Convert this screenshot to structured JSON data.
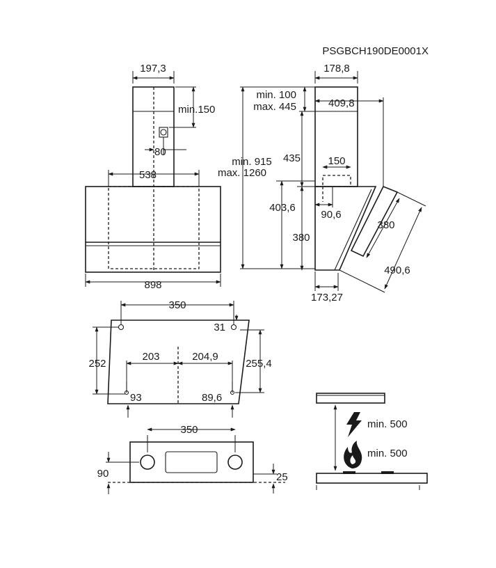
{
  "model_code": "PSGBCH190DE0001X",
  "front_view": {
    "chimney_width": "197,3",
    "min_top": "min.150",
    "socket_offset": "80",
    "opening_width": "538",
    "total_width": "898"
  },
  "side_view": {
    "chimney_depth": "178,8",
    "top_gap_min": "min. 100",
    "top_gap_max": "max. 445",
    "depth_total": "409,8",
    "height_min": "min. 915",
    "height_max": "max. 1260",
    "chimney_height": "435",
    "vent_width": "150",
    "canopy_height_left": "403,6",
    "vent_offset": "90,6",
    "body_height": "380",
    "glass_height": "380",
    "glass_length": "490,6",
    "base_depth": "173,27"
  },
  "bracket_top": {
    "hole_spacing": "350",
    "hole_depth": "31",
    "height_left": "252",
    "offset_left": "203",
    "offset_right": "204,9",
    "height_right": "255,4",
    "bottom_left": "93",
    "bottom_right": "89,6"
  },
  "bracket_bottom": {
    "hole_spacing": "350",
    "height_left": "90",
    "offset_right": "25"
  },
  "clearance": {
    "electric_label": "min. 500",
    "gas_label": "min. 500",
    "icons": [
      "lightning-icon",
      "flame-icon"
    ]
  }
}
